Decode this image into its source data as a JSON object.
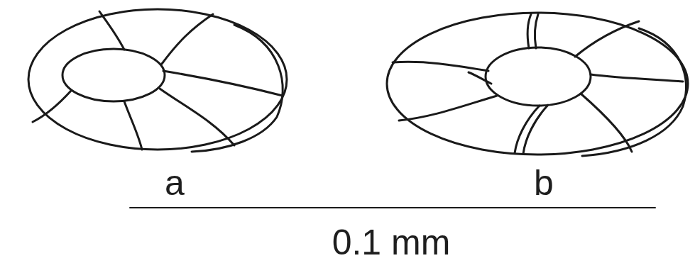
{
  "diagram": {
    "labels": [
      "a",
      "b",
      "0.1 mm"
    ]
  }
}
